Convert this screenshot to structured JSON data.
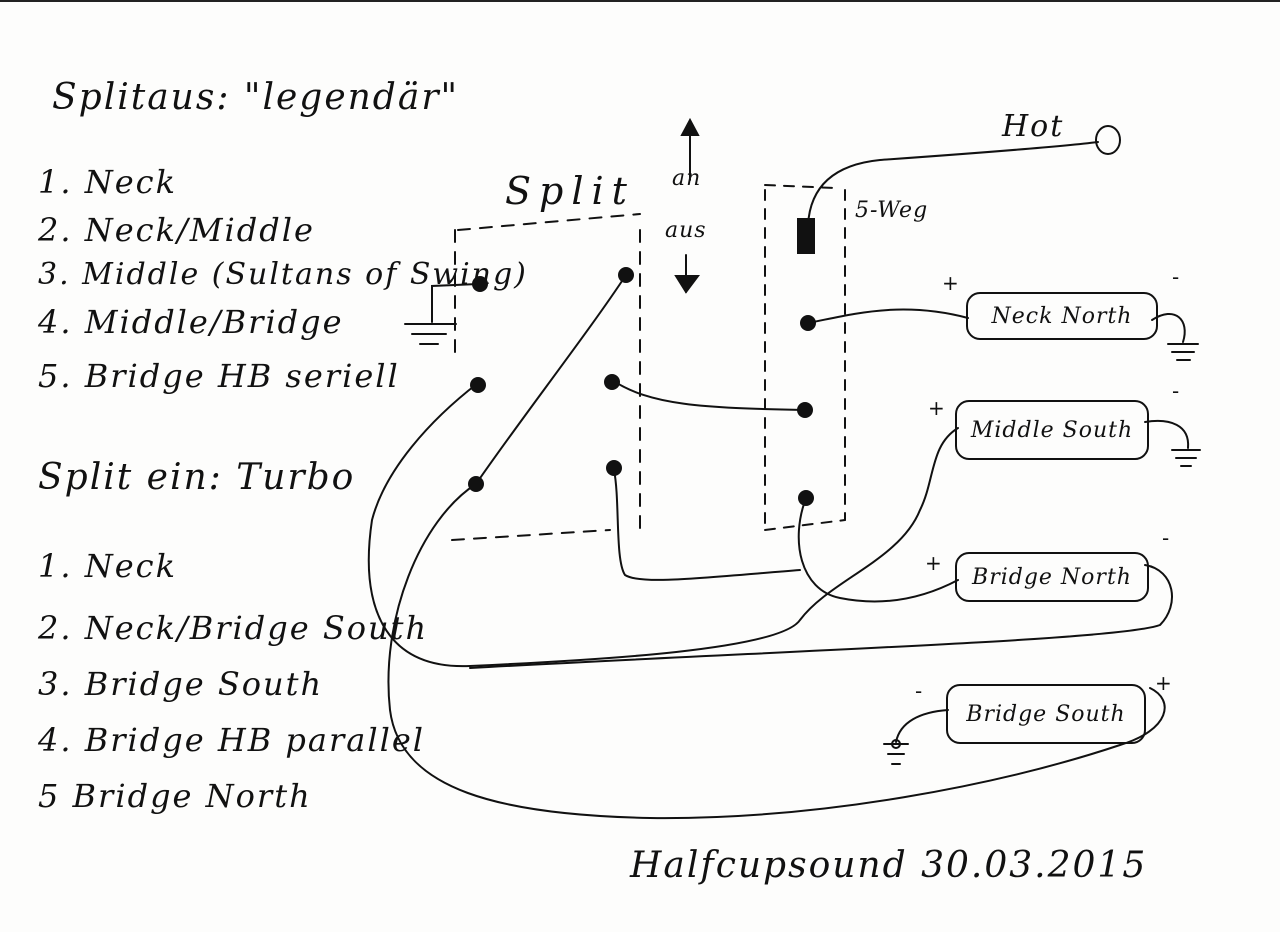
{
  "legend": {
    "split_off_title": "Splitaus: \"legendär\"",
    "split_off_items": [
      "1. Neck",
      "2. Neck/Middle",
      "3. Middle (Sultans of Swing)",
      "4. Middle/Bridge",
      "5. Bridge HB seriell"
    ],
    "split_on_title": "Split ein: Turbo",
    "split_on_items": [
      "1. Neck",
      "2. Neck/Bridge South",
      "3. Bridge South",
      "4. Bridge HB parallel",
      "5 Bridge North"
    ]
  },
  "diagram": {
    "split_label": "Split",
    "an_label": "an",
    "aus_label": "aus",
    "switch_label": "5-Weg",
    "hot_label": "Hot",
    "pickups": {
      "neck_north": "Neck North",
      "middle_south": "Middle South",
      "bridge_north": "Bridge North",
      "bridge_south": "Bridge South"
    },
    "plus": "+",
    "minus": "-"
  },
  "signature": "Halfcupsound 30.03.2015",
  "colors": {
    "ink": "#111111",
    "paper": "#fdfdfc"
  }
}
